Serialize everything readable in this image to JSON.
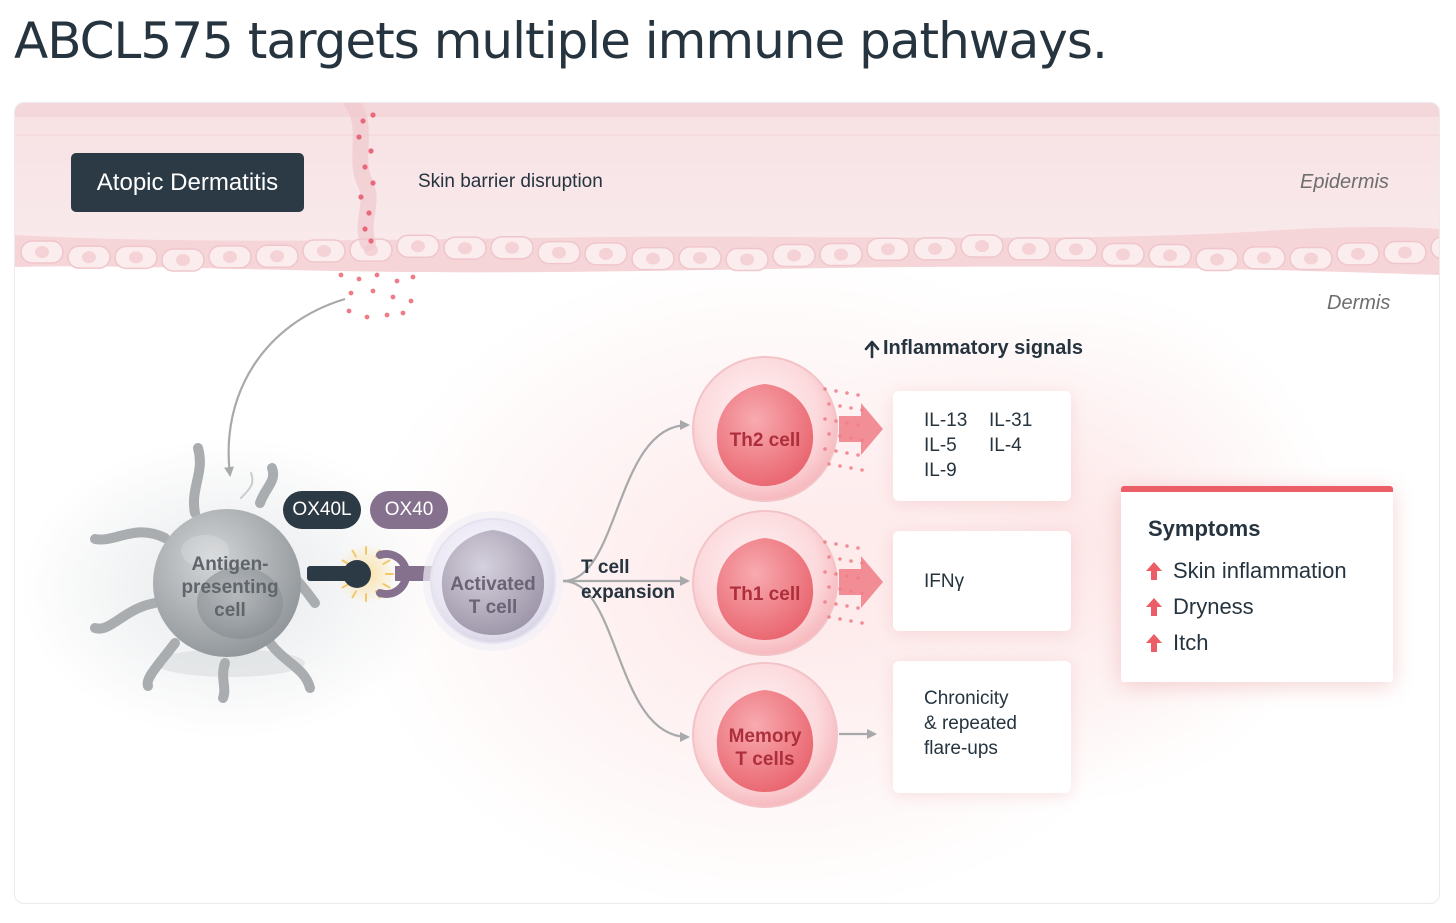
{
  "title": "ABCL575 targets multiple immune pathways.",
  "diagram": {
    "condition": "Atopic Dermatitis",
    "skin_barrier_label": "Skin barrier disruption",
    "layers": {
      "upper": "Epidermis",
      "lower": "Dermis"
    },
    "ligand_labels": {
      "ligand": "OX40L",
      "receptor": "OX40"
    },
    "cells": {
      "apc": {
        "line1": "Antigen-",
        "line2": "presenting",
        "line3": "cell"
      },
      "activated": {
        "line1": "Activated",
        "line2": "T cell"
      },
      "th2": "Th2 cell",
      "th1": "Th1 cell",
      "memory": {
        "line1": "Memory",
        "line2": "T cells"
      }
    },
    "expansion_label": {
      "line1": "T cell",
      "line2": "expansion"
    },
    "signals_label": "Inflammatory signals",
    "cytokines": {
      "th2": [
        "IL-13",
        "IL-31",
        "IL-5",
        "IL-4",
        "IL-9"
      ],
      "th1": [
        "IFNγ"
      ],
      "memory": [
        "Chronicity",
        "& repeated",
        "flare-ups"
      ]
    },
    "symptoms": {
      "title": "Symptoms",
      "items": [
        "Skin inflammation",
        "Dryness",
        "Itch"
      ]
    },
    "colors": {
      "dark": "#2c3a45",
      "receptor": "#85708d",
      "accent_red": "#ec5e67",
      "th_cell": "#f28a91",
      "apc_gray": "#a9adb0",
      "skin_pink": "#f9e6e8"
    }
  }
}
